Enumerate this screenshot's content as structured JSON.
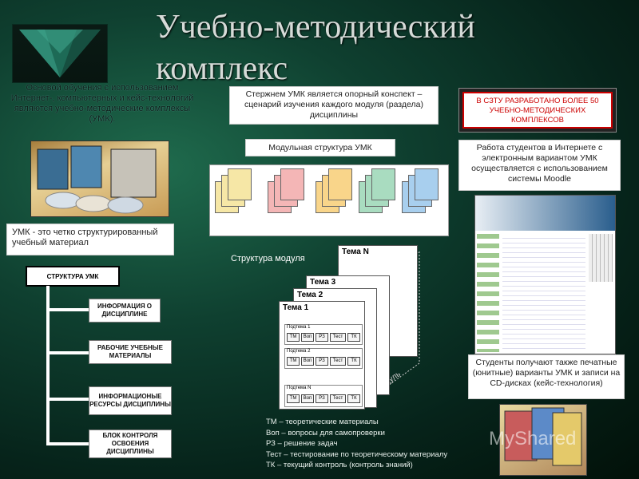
{
  "title_line1": "Учебно-методический",
  "title_line2": "комплекс",
  "intro_note": "Основой обучения с использованием Интернет-, компьютерных и кейс-технологий являются учебно-методические комплексы (УМК).",
  "umk_definition": "УМК - это четко структурированный учебный материал",
  "core_note": "Стержнем УМК является опорный конспект – сценарий изучения каждого модуля (раздела) дисциплины",
  "modular_label": "Модульная структура УМК",
  "module_structure_label": "Структура модуля",
  "red_notice": "В СЗТУ РАЗРАБОТАНО БОЛЕЕ 50 УЧЕБНО-МЕТОДИЧЕСКИХ КОМПЛЕКСОВ",
  "moodle_note": "Работа студентов в Интернете с электронным вариантом УМК осуществляется с использованием системы Moodle",
  "print_note": "Студенты получают также печатные (юнитные) варианты УМК и записи на CD-дисках (кейс-технология)",
  "structure": {
    "title": "СТРУКТУРА УМК",
    "items": [
      "ИНФОРМАЦИЯ О ДИСЦИПЛИНЕ",
      "РАБОЧИЕ УЧЕБНЫЕ МАТЕРИАЛЫ",
      "ИНФОРМАЦИОНЫЕ РЕСУРСЫ ДИСЦИПЛИНЫ",
      "БЛОК КОНТРОЛЯ ОСВОЕНИЯ ДИСЦИПЛИНЫ"
    ]
  },
  "module_diagram": {
    "temas": [
      "Тема N",
      "Тема 3",
      "Тема 2",
      "Тема 1"
    ],
    "subtopics": [
      "Подтема 1",
      "Подтема 2",
      "Подтема N"
    ],
    "cells": [
      "ТМ",
      "Воп",
      "РЗ",
      "Тест",
      "ТК"
    ],
    "side_label": "Модуль"
  },
  "legend": [
    "ТМ – теоретические материалы",
    "Воп – вопросы для самопроверки",
    "РЗ – решение задач",
    "Тест – тестирование по теоретическому материалу",
    "ТК – текущий контроль (контроль знаний)"
  ],
  "watermark": "MyShared",
  "colors": {
    "background": "#0f4030",
    "notice_red": "#cc0000"
  }
}
